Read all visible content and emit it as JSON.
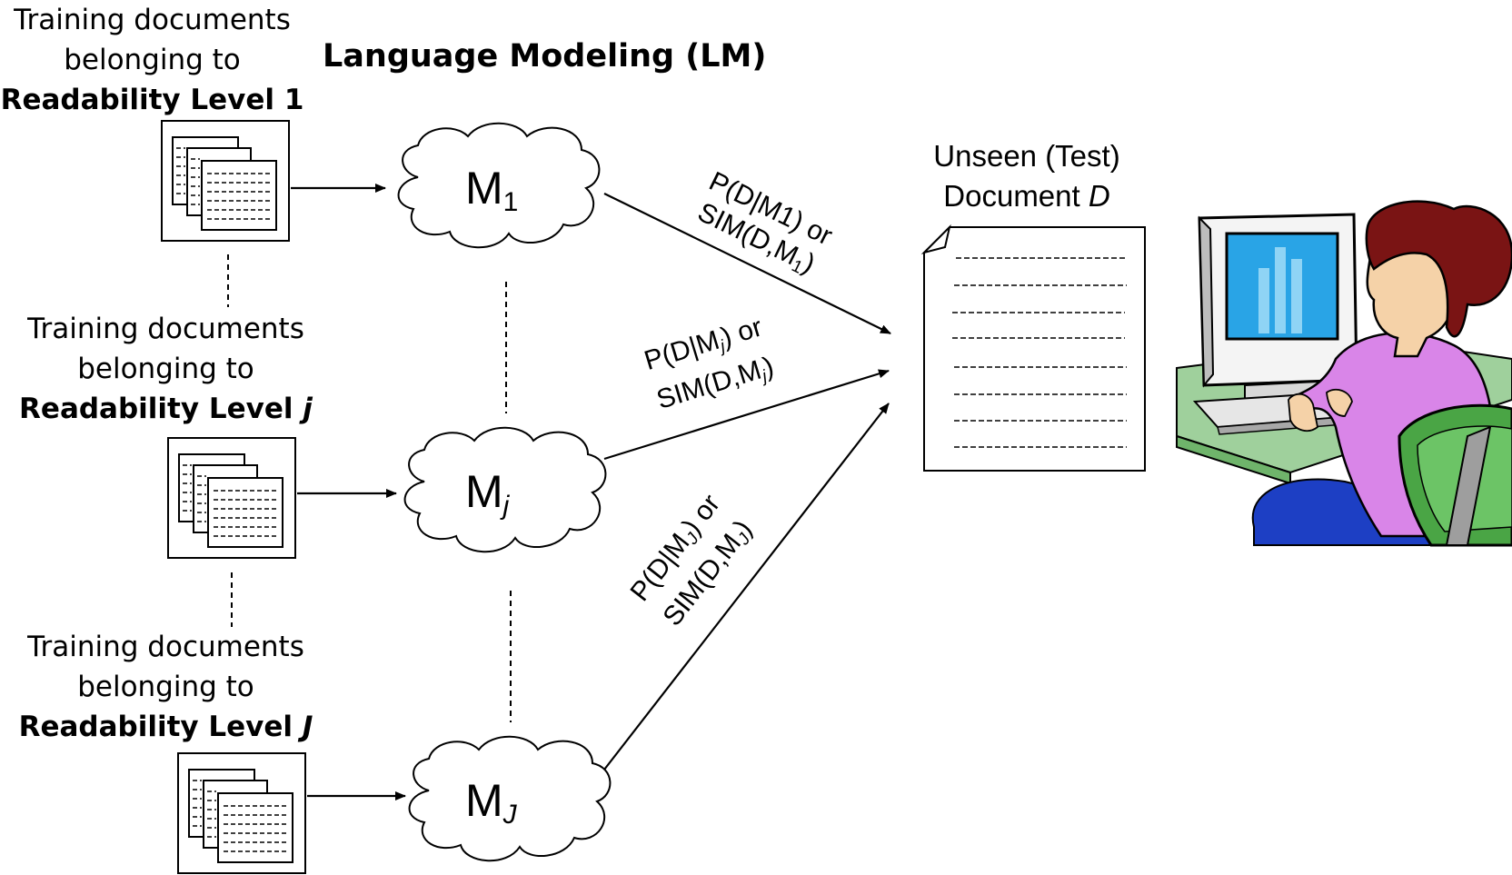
{
  "title": "Language Modeling (LM)",
  "levels": [
    {
      "line1": "Training documents",
      "line2": "belonging to",
      "level_prefix": "Readability Level ",
      "level_suffix": "1"
    },
    {
      "line1": "Training documents",
      "line2": "belonging to",
      "level_prefix": "Readability Level ",
      "level_suffix": "j"
    },
    {
      "line1": "Training documents",
      "line2": "belonging to",
      "level_prefix": "Readability Level ",
      "level_suffix": "J"
    }
  ],
  "models": [
    {
      "symbol": "M",
      "sub": "1"
    },
    {
      "symbol": "M",
      "sub": "j"
    },
    {
      "symbol": "M",
      "sub": "J"
    }
  ],
  "edges": [
    {
      "line1": "P(D|M1) or",
      "line2_prefix": "SIM(D,M",
      "line2_sub": "1",
      "line2_suffix": ")"
    },
    {
      "line1_prefix": "P(D|M",
      "line1_sub": "j",
      "line1_suffix": ") or",
      "line2_prefix": "SIM(D,M",
      "line2_sub": "j",
      "line2_suffix": ")"
    },
    {
      "line1_prefix": "P(D|M",
      "line1_sub": "J",
      "line1_suffix": ") or",
      "line2_prefix": "SIM(D,M",
      "line2_sub": "J",
      "line2_suffix": ")"
    }
  ],
  "test_document": {
    "line1": "Unseen (Test)",
    "line2_prefix": "Document ",
    "line2_var": "D"
  },
  "icons": [
    "document-stack-icon",
    "cloud-icon",
    "blank-document-icon",
    "person-at-computer-icon"
  ],
  "colors": {
    "stroke": "#000000",
    "screen": "#29a4e6",
    "shirt": "#d985e8",
    "hair": "#7a1414",
    "chair": "#4aa545",
    "desk": "#9fd09c",
    "pants": "#1d3fc4",
    "skin": "#f5d2a8"
  }
}
